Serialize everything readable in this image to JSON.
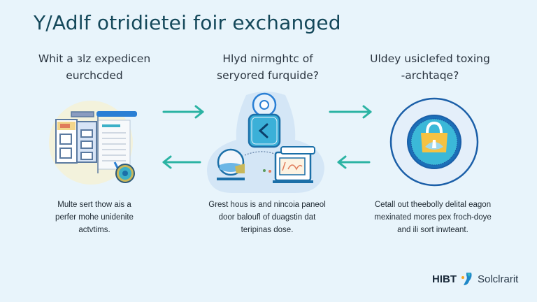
{
  "title": "Y/Adlf otridietei foir exchanged",
  "columns": [
    {
      "question_line1": "Whit a ɜlz expedicen",
      "question_line2": "eurchcded",
      "description": [
        "Multe sert thow ais a",
        "perfer mohe unidenite",
        "actvtims."
      ],
      "illustration": "document-dashboard-icon"
    },
    {
      "question_line1": "Hlyd nirmghtc of",
      "question_line2": "seryored furquide?",
      "description": [
        "Grest hous is and nincoia paneol",
        "door baloufl of duagstin dat",
        "teripinas dose."
      ],
      "illustration": "device-exchange-icon"
    },
    {
      "question_line1": "Uldey usiclefed toxing",
      "question_line2": "-archtaqe?",
      "description": [
        "Cetall out theebolly delital eagon",
        "mexinated mores pex froch-doye",
        "and ili sort inwteant."
      ],
      "illustration": "security-lock-icon"
    }
  ],
  "arrows": [
    {
      "direction": "right",
      "icon": "arrow-right-icon"
    },
    {
      "direction": "left",
      "icon": "arrow-left-icon"
    },
    {
      "direction": "right",
      "icon": "arrow-right-icon"
    },
    {
      "direction": "left",
      "icon": "arrow-left-icon"
    }
  ],
  "footer": {
    "brand_left": "HIBT",
    "brand_right": "Solclrarit"
  },
  "colors": {
    "background": "#e8f4fb",
    "title": "#14485a",
    "arrow": "#2bb3a3",
    "accent_blue": "#2a7fd4",
    "lock_yellow": "#f5c242"
  }
}
